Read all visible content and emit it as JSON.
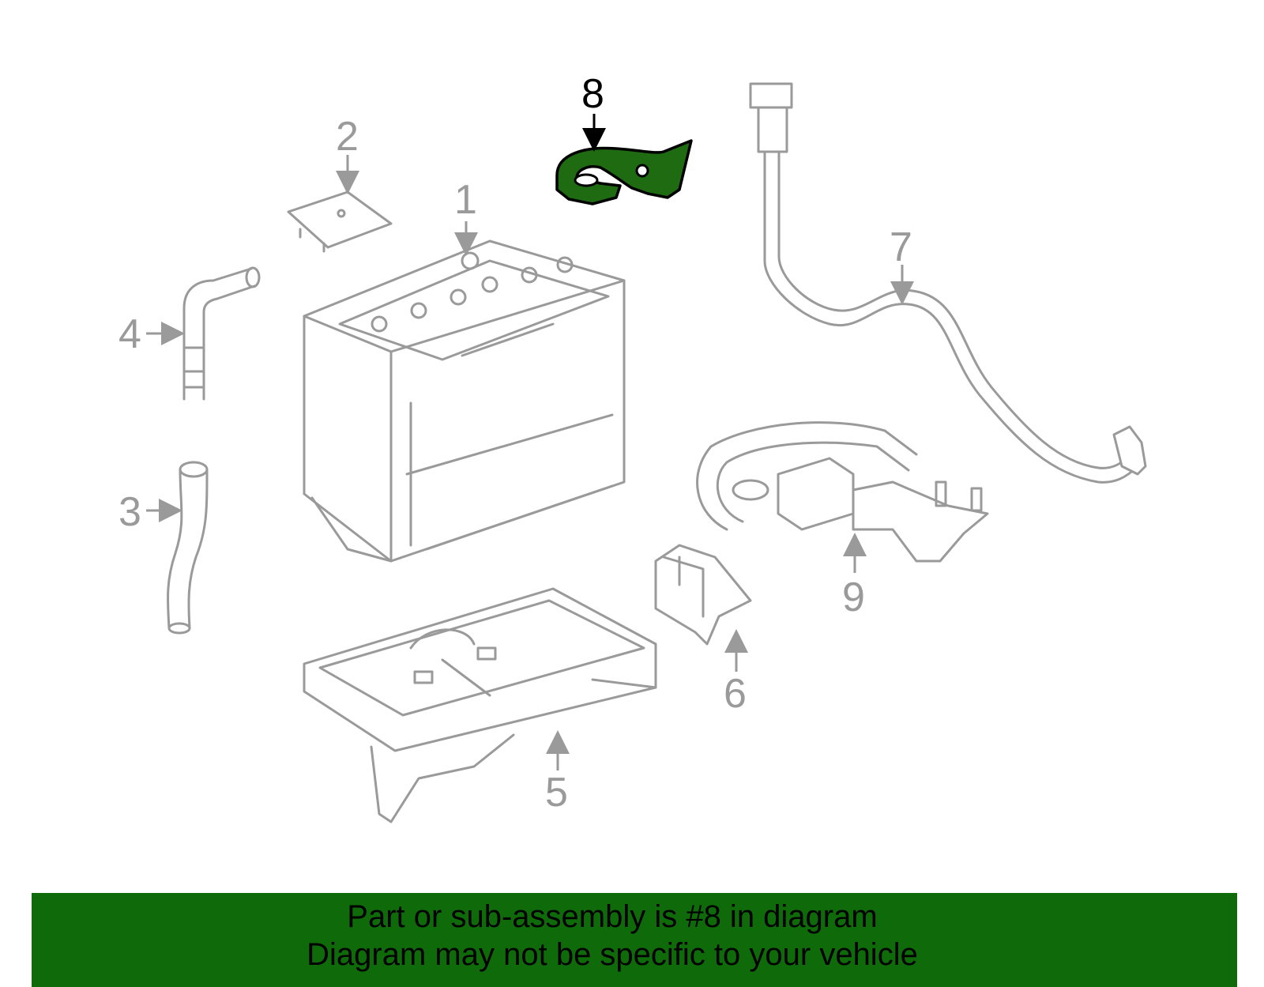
{
  "diagram": {
    "callouts": [
      "1",
      "2",
      "3",
      "4",
      "5",
      "6",
      "7",
      "8",
      "9"
    ],
    "highlighted_callout": "8",
    "colors": {
      "part_line": "#9a9a9a",
      "highlight_fill": "#1e6b12",
      "banner_bg": "#0f6a0a"
    }
  },
  "banner": {
    "line1": "Part or sub-assembly is #8 in diagram",
    "line2": "Diagram may not be specific to your vehicle"
  }
}
